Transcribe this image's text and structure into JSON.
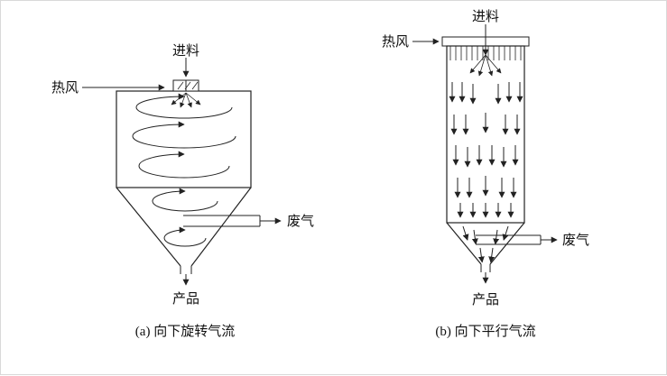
{
  "figure": {
    "line_color": "#222222",
    "diagram_a": {
      "feed_label": "进料",
      "hot_air_label": "热风",
      "exhaust_label": "废气",
      "product_label": "产品",
      "caption": "(a) 向下旋转气流"
    },
    "diagram_b": {
      "feed_label": "进料",
      "hot_air_label": "热风",
      "exhaust_label": "废气",
      "product_label": "产品",
      "caption": "(b) 向下平行气流"
    }
  }
}
